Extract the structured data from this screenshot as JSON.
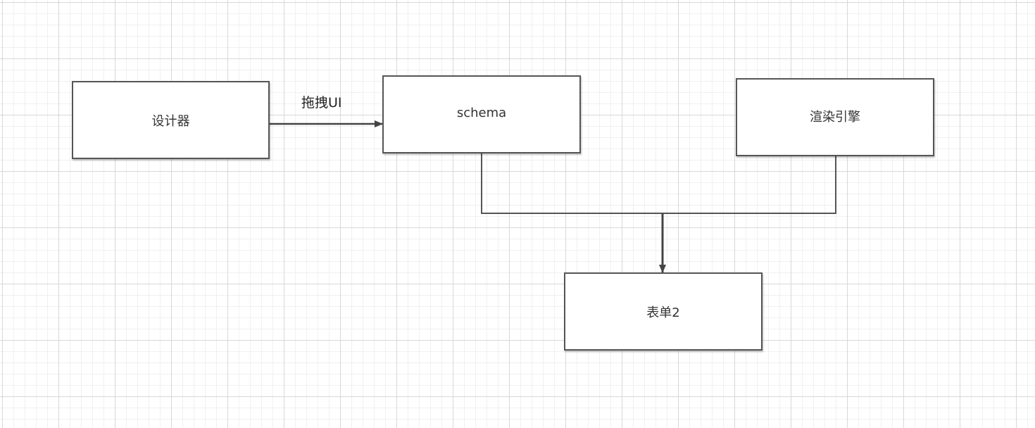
{
  "nodes": {
    "designer": "设计器",
    "schema": "schema",
    "engine": "渲染引擎",
    "form": "表单2"
  },
  "edges": {
    "designer_to_schema": "拖拽UI"
  },
  "colors": {
    "stroke": "#444444",
    "node_border": "#555555",
    "grid_major": "#d8d8d8",
    "grid_minor": "#f0f0f0"
  }
}
